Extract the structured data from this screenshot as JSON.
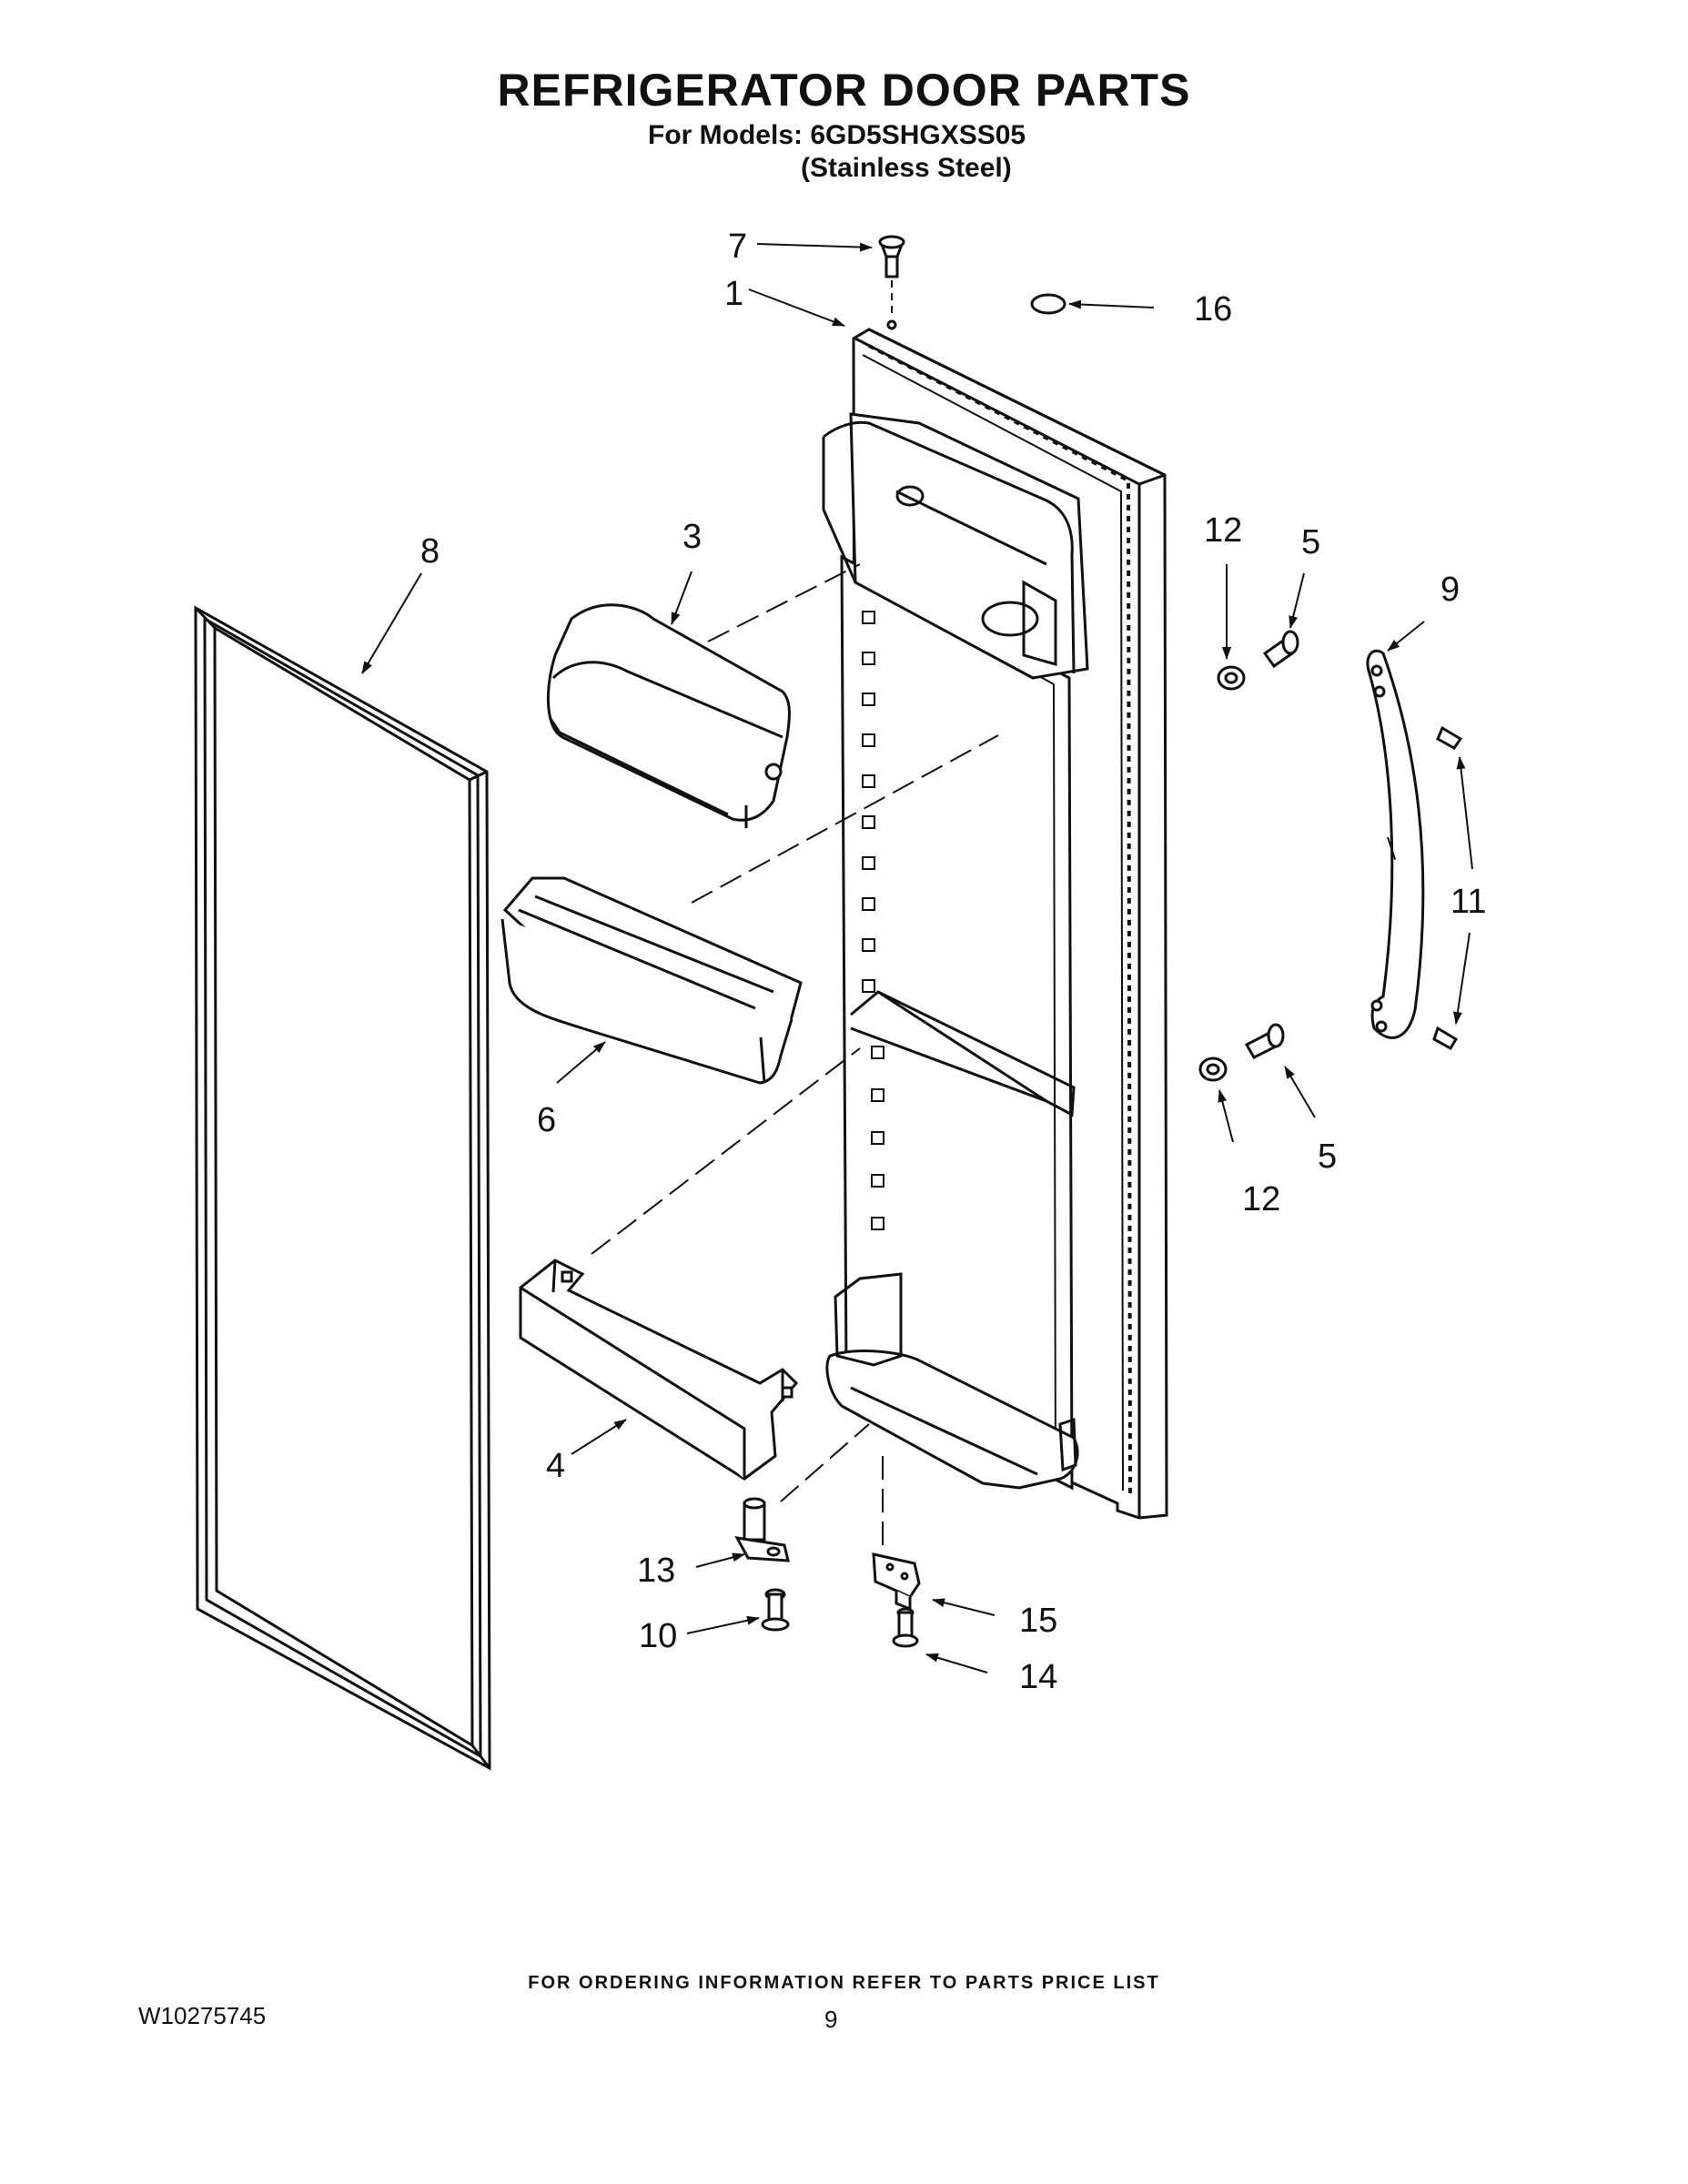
{
  "header": {
    "title": "REFRIGERATOR DOOR PARTS",
    "models_line": "For Models: 6GD5SHGXSS05",
    "finish": "(Stainless Steel)"
  },
  "callouts": {
    "door": "1",
    "dairy_cover": "3",
    "bottom_shelf_rail": "4",
    "screw_handle": "5",
    "door_bin": "6",
    "hinge_pin_top": "7",
    "gasket": "8",
    "handle": "9",
    "screw_hinge": "10",
    "handle_screw_stud": "11",
    "spacer": "12",
    "hinge_pin_bottom": "13",
    "screw_bracket": "14",
    "bracket": "15",
    "plug": "16"
  },
  "footer": {
    "note": "FOR ORDERING INFORMATION REFER TO PARTS PRICE LIST",
    "doc_number": "W10275745",
    "page": "9"
  }
}
